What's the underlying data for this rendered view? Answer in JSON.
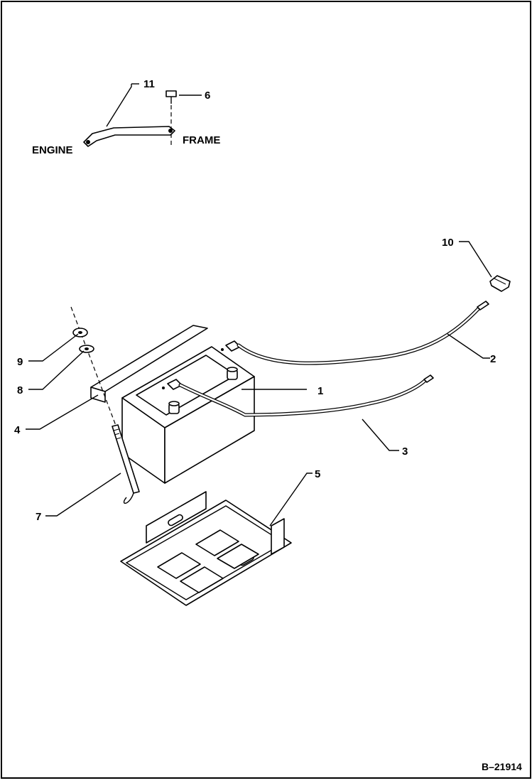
{
  "diagram": {
    "reference": "B–21914",
    "words": {
      "engine": "ENGINE",
      "frame": "FRAME"
    },
    "callouts": [
      "1",
      "2",
      "3",
      "4",
      "5",
      "6",
      "7",
      "8",
      "9",
      "10",
      "11"
    ]
  }
}
